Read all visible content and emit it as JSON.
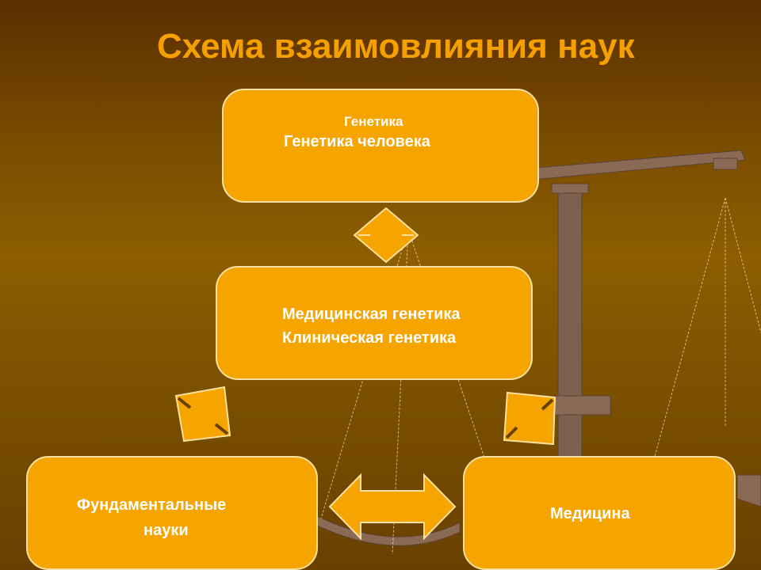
{
  "slide": {
    "title": "Схема взаимовлияния наук",
    "boxes": {
      "genetics": {
        "line1": "Генетика",
        "line2": "Генетика человека"
      },
      "medical": {
        "line1": "Медицинская генетика",
        "line2": "Клиническая генетика"
      },
      "fundamental": {
        "line1": "Фундаментальные",
        "line2": "науки"
      },
      "medicine": {
        "line1": "Медицина"
      }
    },
    "colors": {
      "box": "#f5a400",
      "title": "#f5a000",
      "border": "#fde0a0"
    }
  }
}
